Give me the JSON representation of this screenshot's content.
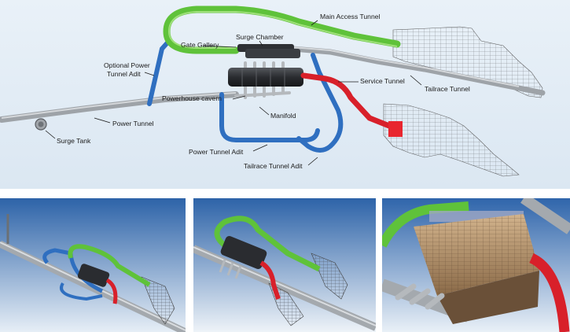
{
  "labels": {
    "main_access_tunnel": "Main Access Tunnel",
    "surge_chamber": "Surge Chamber",
    "gate_gallery": "Gate Gallery",
    "optional_power_tunnel_adit_line1": "Optional Power",
    "optional_power_tunnel_adit_line2": "Tunnel Adit",
    "service_tunnel": "Service Tunnel",
    "tailrace_tunnel": "Tailrace Tunnel",
    "powerhouse_cavern": "Powerhouse cavern",
    "power_tunnel": "Power Tunnel",
    "manifold": "Manifold",
    "surge_tank": "Surge Tank",
    "power_tunnel_adit": "Power Tunnel Adit",
    "tailrace_tunnel_adit": "Tailrace Tunnel Adit"
  },
  "colors": {
    "main_access_green": "#5fc23a",
    "power_adit_blue": "#2f6fc0",
    "service_red": "#d8202a",
    "tunnel_gray": "#a9aeb3",
    "powerhouse_black": "#2e3034",
    "top_background": "#e3edf6",
    "bottom_sky": "#3f78bf"
  }
}
